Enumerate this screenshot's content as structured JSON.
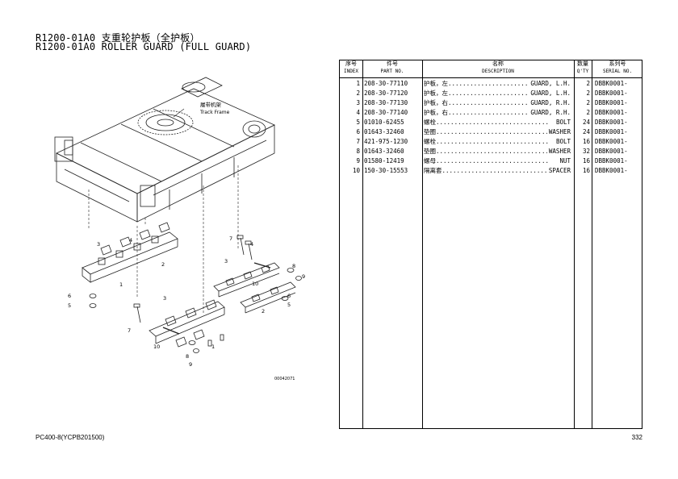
{
  "titles": {
    "line1": "R1200-01A0 支重轮护板（全护板）",
    "line2": "R1200-01A0 ROLLER GUARD (FULL GUARD)"
  },
  "diagram": {
    "frame_label_cn": "履带机架",
    "frame_label_en": "Track Frame",
    "callouts": [
      "1",
      "2",
      "3",
      "4",
      "5",
      "6",
      "7",
      "8",
      "9",
      "10"
    ],
    "drawing_code": "00042071"
  },
  "table": {
    "headers": {
      "index_cn": "序号",
      "index_en": "INDEX",
      "part_cn": "件号",
      "part_en": "PART NO.",
      "desc_cn": "名称",
      "desc_en": "DESCRIPTION",
      "qty_cn": "数量",
      "qty_en": "Q'TY",
      "serial_cn": "系列号",
      "serial_en": "SERIAL NO."
    },
    "rows": [
      {
        "index": "1",
        "part": "208-30-77110",
        "desc_cn": "护板，左",
        "desc_en": "GUARD, L.H.",
        "qty": "2",
        "serial": "DBBK0001-"
      },
      {
        "index": "2",
        "part": "208-30-77120",
        "desc_cn": "护板，左",
        "desc_en": "GUARD, L.H.",
        "qty": "2",
        "serial": "DBBK0001-"
      },
      {
        "index": "3",
        "part": "208-30-77130",
        "desc_cn": "护板，右",
        "desc_en": "GUARD, R.H.",
        "qty": "2",
        "serial": "DBBK0001-"
      },
      {
        "index": "4",
        "part": "208-30-77140",
        "desc_cn": "护板，右",
        "desc_en": "GUARD, R.H.",
        "qty": "2",
        "serial": "DBBK0001-"
      },
      {
        "index": "5",
        "part": "01010-62455",
        "desc_cn": "螺栓",
        "desc_en": "BOLT",
        "qty": "24",
        "serial": "DBBK0001-"
      },
      {
        "index": "6",
        "part": "01643-32460",
        "desc_cn": "垫圈",
        "desc_en": "WASHER",
        "qty": "24",
        "serial": "DBBK0001-"
      },
      {
        "index": "7",
        "part": "421-975-1230",
        "desc_cn": "螺栓",
        "desc_en": "BOLT",
        "qty": "16",
        "serial": "DBBK0001-"
      },
      {
        "index": "8",
        "part": "01643-32460",
        "desc_cn": "垫圈",
        "desc_en": "WASHER",
        "qty": "32",
        "serial": "DBBK0001-"
      },
      {
        "index": "9",
        "part": "01580-12419",
        "desc_cn": "螺母",
        "desc_en": "NUT",
        "qty": "16",
        "serial": "DBBK0001-"
      },
      {
        "index": "10",
        "part": "150-30-15553",
        "desc_cn": "隔离套",
        "desc_en": "SPACER",
        "qty": "16",
        "serial": "DBBK0001-"
      }
    ]
  },
  "footer": {
    "model": "PC400-8(YCPB201500)",
    "page": "332"
  }
}
